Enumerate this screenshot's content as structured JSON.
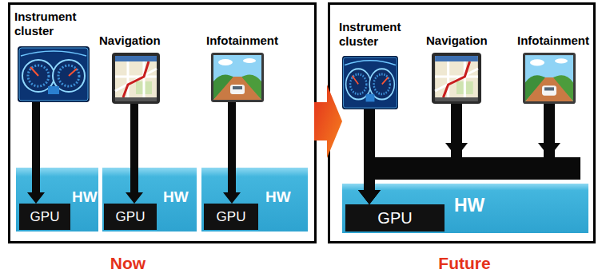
{
  "diagram": {
    "nodes": [
      {
        "text": [
          "Now"
        ]
      },
      {
        "text": [
          "Instrument cluster"
        ],
        "in": 0
      },
      {
        "text": [
          "Navigation"
        ],
        "in": 0
      },
      {
        "text": [
          "Infotainment"
        ],
        "in": 0
      },
      {
        "text": [
          "HW"
        ],
        "in": 0
      },
      {
        "text": [
          "GPU"
        ],
        "in": 4
      },
      {
        "text": [
          "HW"
        ],
        "in": 0
      },
      {
        "text": [
          "GPU"
        ],
        "in": 6
      },
      {
        "text": [
          "HW"
        ],
        "in": 0
      },
      {
        "text": [
          "GPU"
        ],
        "in": 8
      },
      {
        "text": [
          "Future"
        ]
      },
      {
        "text": [
          "Instrument cluster"
        ],
        "in": 10
      },
      {
        "text": [
          "Navigation"
        ],
        "in": 10
      },
      {
        "text": [
          "Infotainment"
        ],
        "in": 10
      },
      {
        "text": [
          "HW"
        ],
        "in": 10
      },
      {
        "text": [
          "GPU"
        ],
        "in": 14
      }
    ],
    "edges": [
      {
        "from": 1,
        "to": 5,
        "arrow": "to"
      },
      {
        "from": 2,
        "to": 7,
        "arrow": "to"
      },
      {
        "from": 3,
        "to": 9,
        "arrow": "to"
      },
      {
        "from": 11,
        "to": 15,
        "arrow": "to"
      },
      {
        "from": 12,
        "to": 15,
        "arrow": "to"
      },
      {
        "from": 13,
        "to": 15,
        "arrow": "to"
      }
    ]
  }
}
